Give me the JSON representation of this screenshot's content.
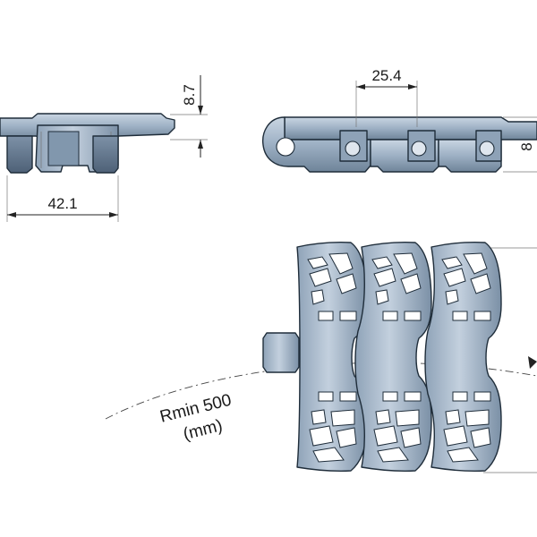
{
  "dimensions": {
    "height": "8.7",
    "width": "42.1",
    "pitch": "25.4",
    "side_height": "8"
  },
  "radius_note": {
    "line1": "Rmin 500",
    "line2": "(mm)"
  },
  "colors": {
    "part_light": "#b7c6d6",
    "part_mid": "#8fa3b8",
    "part_dark": "#5d7189",
    "outline": "#1f2d3a",
    "dimension": "#222222"
  }
}
